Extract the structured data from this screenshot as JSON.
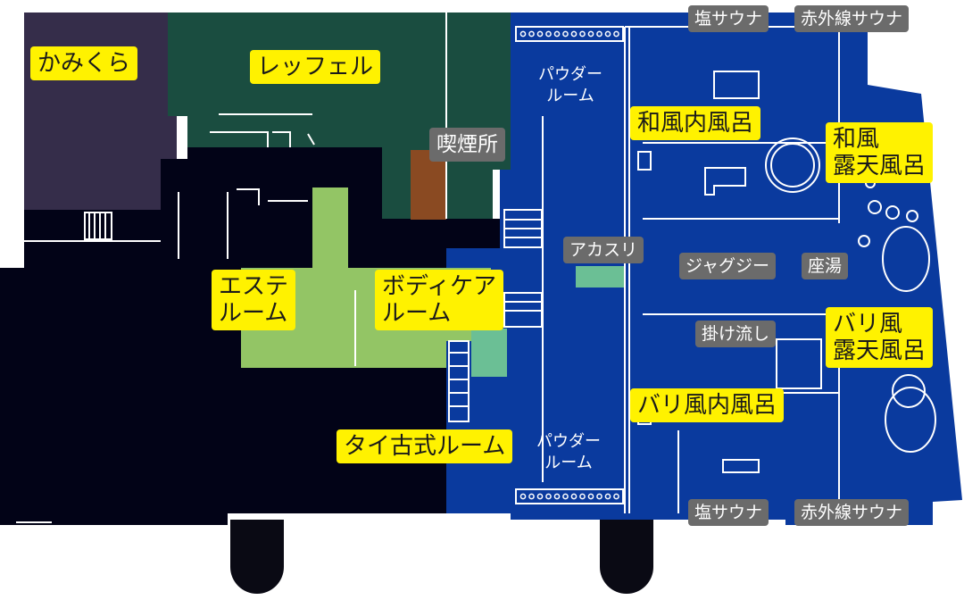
{
  "colors": {
    "bath": "#0a3a9e",
    "bath_line": "#ffffff",
    "kamikura": "#352d4a",
    "reffel": "#1a4d40",
    "corridor": "#020317",
    "esthe": "#93c565",
    "smoking_door": "#8a4a22",
    "teal": "#6bbf95",
    "label_yellow": "#fff200",
    "label_gray": "#6b6b6b"
  },
  "labels": {
    "kamikura": "かみくら",
    "reffel": "レッフェル",
    "smoking": "喫煙所",
    "powder_top": "パウダー\nルーム",
    "powder_bottom": "パウダー\nルーム",
    "wafu_uchiburo": "和風内風呂",
    "wafu_rotenburo": "和風\n露天風呂",
    "akasuri": "アカスリ",
    "jacuzzi": "ジャグジー",
    "zayu": "座湯",
    "esthe": "エステ\nルーム",
    "body_care": "ボディケア\nルーム",
    "kakenagashi": "掛け流し",
    "bali_rotenburo": "バリ風\n露天風呂",
    "bali_uchiburo": "バリ風内風呂",
    "thai_room": "タイ古式ルーム",
    "shio_sauna_top": "塩サウナ",
    "sekigaisen_sauna_top": "赤外線サウナ",
    "shio_sauna_bottom": "塩サウナ",
    "sekigaisen_sauna_bottom": "赤外線サウナ"
  }
}
